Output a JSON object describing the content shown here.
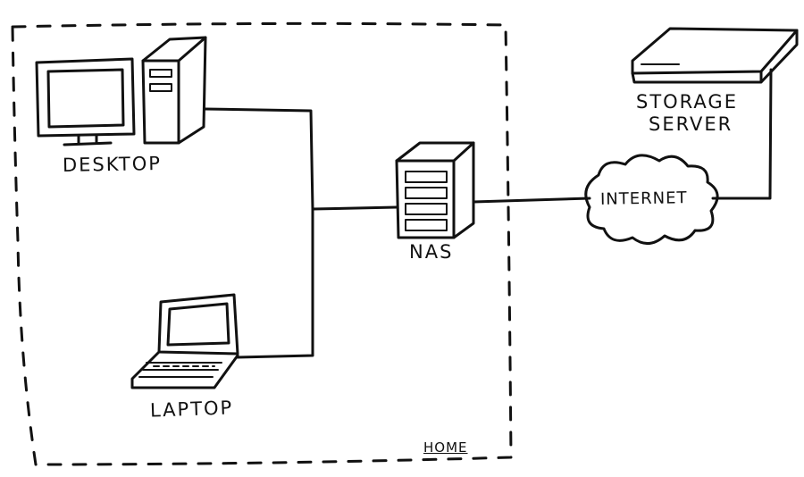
{
  "diagram": {
    "nodes": {
      "desktop": {
        "label": "DESKTOP"
      },
      "laptop": {
        "label": "LAPTOP"
      },
      "nas": {
        "label": "NAS"
      },
      "internet": {
        "label": "INTERNET"
      },
      "storage_server": {
        "label_line1": "STORAGE",
        "label_line2": "SERVER"
      }
    },
    "zones": {
      "home": {
        "label": "HOME"
      }
    },
    "edges": [
      {
        "from": "desktop",
        "to": "nas"
      },
      {
        "from": "laptop",
        "to": "nas"
      },
      {
        "from": "nas",
        "to": "internet"
      },
      {
        "from": "internet",
        "to": "storage_server"
      }
    ],
    "colors": {
      "ink": "#111111",
      "paper": "#ffffff"
    }
  }
}
